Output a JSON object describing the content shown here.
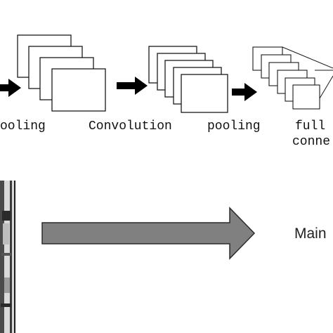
{
  "labels": {
    "pooling_1": "ooling",
    "convolution": "Convolution",
    "pooling_2": "pooling",
    "fully_line1": "full",
    "fully_line2": "conne",
    "main": "Main"
  },
  "colors": {
    "stroke": "#1a1a1a",
    "arrow_small": "#000000",
    "arrow_big_fill": "#808080",
    "arrow_big_stroke": "#2b2b2b",
    "photo_dark": "#2a2a2a",
    "photo_light": "#d9d9d9"
  }
}
